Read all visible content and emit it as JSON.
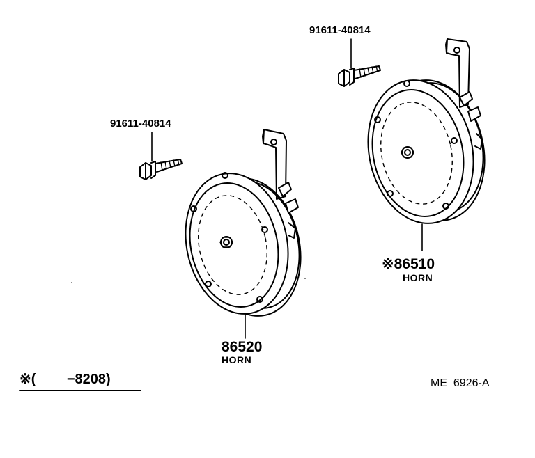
{
  "diagram": {
    "code": "ME  6926-A",
    "note": {
      "symbol": "※",
      "text": "(        −8208)"
    },
    "parts": [
      {
        "part_number": "91611-40814",
        "item": "bolt",
        "position": "upper-right"
      },
      {
        "part_number": "91611-40814",
        "item": "bolt",
        "position": "left"
      },
      {
        "part_number": "86510",
        "marked": true,
        "name": "HORN",
        "position": "right"
      },
      {
        "part_number": "86520",
        "marked": false,
        "name": "HORN",
        "position": "center"
      }
    ]
  }
}
